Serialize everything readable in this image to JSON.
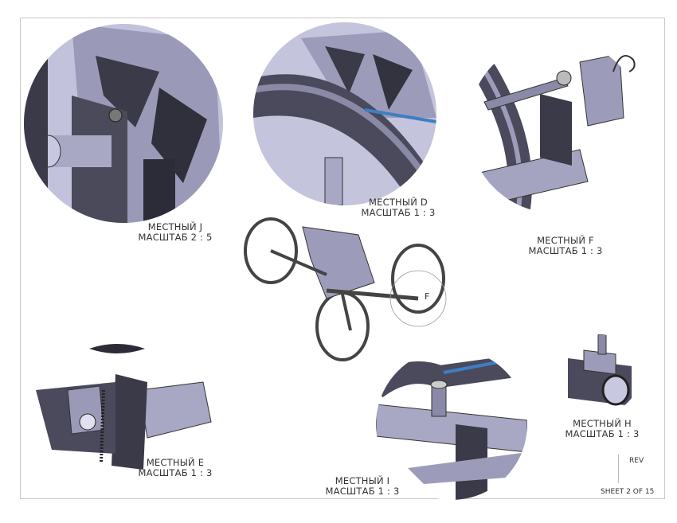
{
  "sheet": {
    "rev_label": "REV",
    "sheet_label": "SHEET 2 OF 15"
  },
  "views": [
    {
      "name": "МЕСТНЫЙ J",
      "scale": "МАСШТАБ 2 : 5"
    },
    {
      "name": "МЕСТНЫЙ D",
      "scale": "МАСШТАБ 1 : 3"
    },
    {
      "name": "МЕСТНЫЙ F",
      "scale": "МАСШТАБ 1 : 3"
    },
    {
      "name": "МЕСТНЫЙ E",
      "scale": "МАСШТАБ 1 : 3"
    },
    {
      "name": "МЕСТНЫЙ I",
      "scale": "МАСШТАБ 1 : 3"
    },
    {
      "name": "МЕСТНЫЙ H",
      "scale": "МАСШТАБ 1 : 3"
    }
  ],
  "main_view": {
    "callout_letter": "F"
  },
  "colors": {
    "part_light": "#b4b4d2",
    "part_mid": "#8a8aa8",
    "part_dark": "#3a3a48",
    "cable": "#3d7fc4"
  }
}
